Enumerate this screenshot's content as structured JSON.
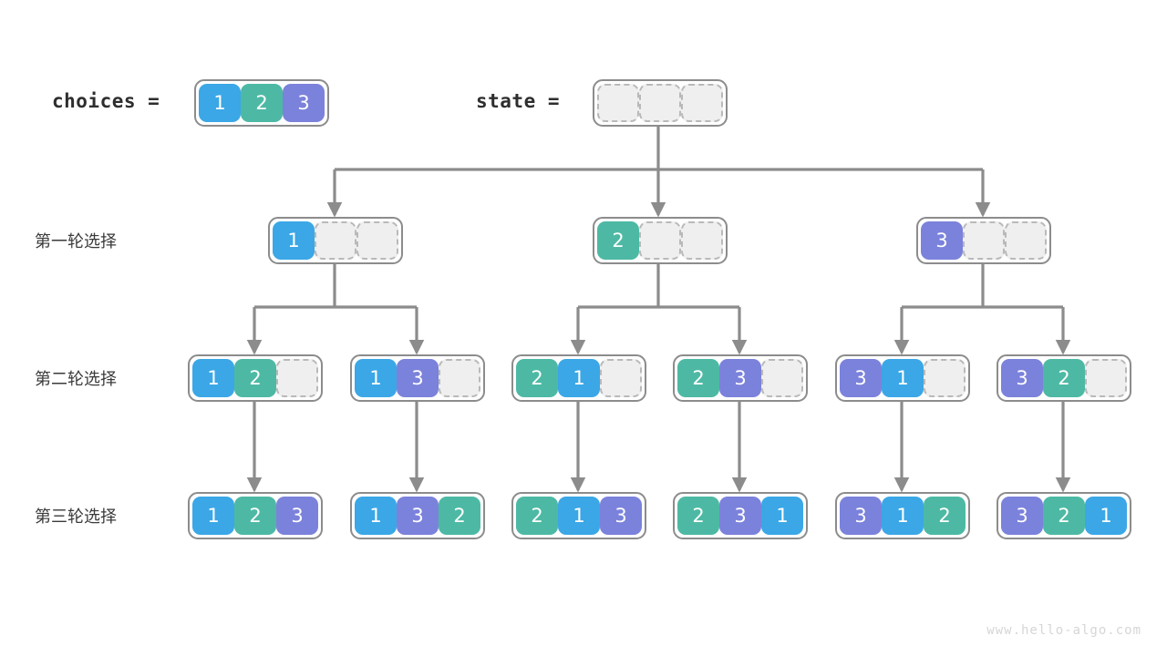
{
  "watermark": "www.hello-algo.com",
  "header": {
    "choices_label": "choices =",
    "state_label": "state ="
  },
  "rows": [
    {
      "label": "第一轮选择"
    },
    {
      "label": "第二轮选择"
    },
    {
      "label": "第三轮选择"
    }
  ],
  "colors": {
    "value_1": "#3ba7e6",
    "value_2": "#4db9a4",
    "value_3": "#7b82db",
    "empty_fill": "#efefef",
    "empty_border": "#b9b9b9",
    "node_border": "#8c8c8c",
    "edge": "#8c8c8c",
    "text": "#2e2e2e",
    "watermark": "#d6d6d6"
  },
  "choices": {
    "values": [
      "1",
      "2",
      "3"
    ]
  },
  "state": {
    "values": [
      "",
      "",
      ""
    ]
  },
  "tree": {
    "level1": [
      {
        "values": [
          "1",
          "",
          ""
        ]
      },
      {
        "values": [
          "2",
          "",
          ""
        ]
      },
      {
        "values": [
          "3",
          "",
          ""
        ]
      }
    ],
    "level2": [
      {
        "values": [
          "1",
          "2",
          ""
        ]
      },
      {
        "values": [
          "1",
          "3",
          ""
        ]
      },
      {
        "values": [
          "2",
          "1",
          ""
        ]
      },
      {
        "values": [
          "2",
          "3",
          ""
        ]
      },
      {
        "values": [
          "3",
          "1",
          ""
        ]
      },
      {
        "values": [
          "3",
          "2",
          ""
        ]
      }
    ],
    "level3": [
      {
        "values": [
          "1",
          "2",
          "3"
        ]
      },
      {
        "values": [
          "1",
          "3",
          "2"
        ]
      },
      {
        "values": [
          "2",
          "1",
          "3"
        ]
      },
      {
        "values": [
          "2",
          "3",
          "1"
        ]
      },
      {
        "values": [
          "3",
          "1",
          "2"
        ]
      },
      {
        "values": [
          "3",
          "2",
          "1"
        ]
      }
    ]
  }
}
